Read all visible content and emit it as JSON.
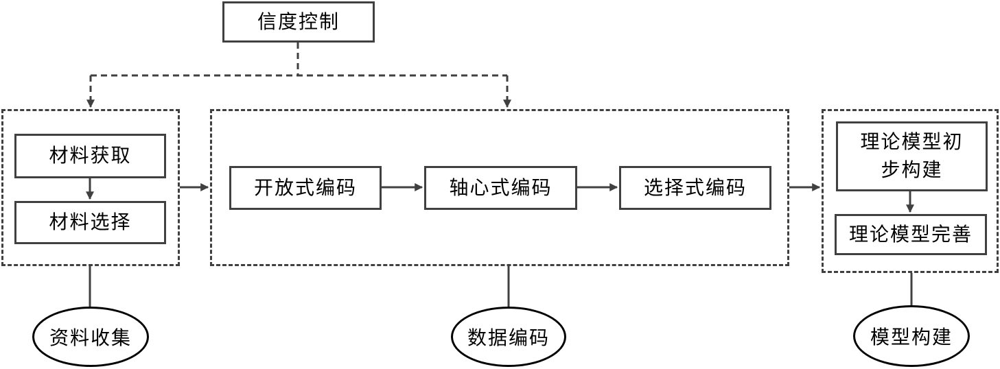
{
  "diagram": {
    "top": {
      "label": "信度控制"
    },
    "stage1": {
      "steps": [
        "材料获取",
        "材料选择"
      ],
      "label": "资料收集"
    },
    "stage2": {
      "steps": [
        "开放式编码",
        "轴心式编码",
        "选择式编码"
      ],
      "label": "数据编码"
    },
    "stage3": {
      "steps": [
        "理论模型初\n步构建",
        "理论模型完善"
      ],
      "label": "模型构建"
    },
    "colors": {
      "line": "#404040",
      "text": "#000000",
      "background": "#ffffff"
    }
  }
}
